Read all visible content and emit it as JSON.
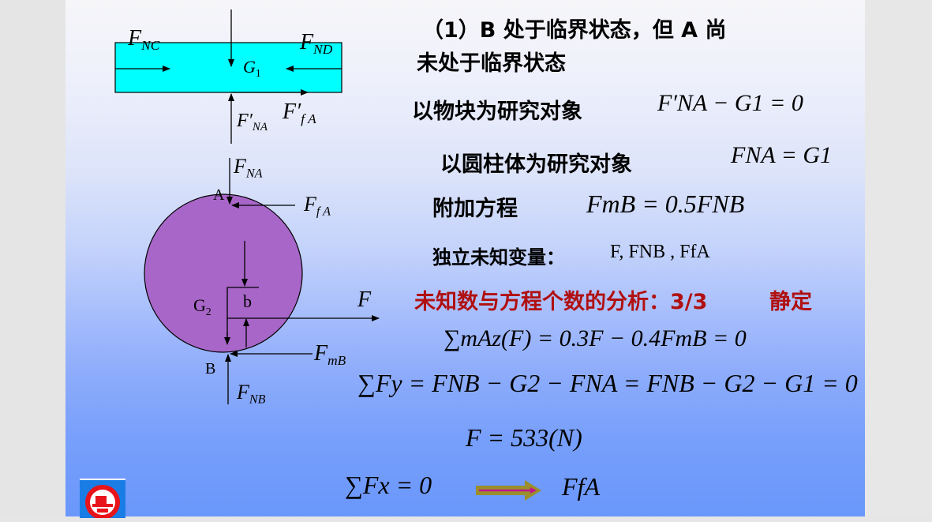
{
  "slide": {
    "heading_line1": "（1）B 处于临界状态，但 A 尚",
    "heading_line2": "未处于临界状态",
    "block_study": {
      "label": "以物块为研究对象",
      "eq": "F′NA − G1 = 0"
    },
    "cylinder_study": {
      "label": "以圆柱体为研究对象",
      "eq": "FNA = G1"
    },
    "extra_eq": {
      "label": "附加方程",
      "eq": "FmB = 0.5FNB"
    },
    "unknowns": {
      "label": "独立未知变量：",
      "vars": "F,  FNB , FfA"
    },
    "analysis": {
      "label": "未知数与方程个数的分析：3/3",
      "result": "静定"
    },
    "moment_eq": "∑mAz(F) = 0.3F − 0.4FmB = 0",
    "force_y_eq": "∑Fy = FNB − G2 − FNA = FNB − G2 − G1 = 0",
    "result_eq": "F = 533(N)",
    "force_x_eq": "∑Fx = 0",
    "force_x_result": "FfA",
    "colors": {
      "block_fill": "#00ffff",
      "cylinder_fill": "#a866c8",
      "highlight_red": "#b01010",
      "arrow_body": "#9a8f2a",
      "arrow_inner": "#c0178a"
    }
  },
  "diagram": {
    "block_labels": {
      "fnc": "F",
      "fnc_sub": "NC",
      "fnd": "F",
      "fnd_sub": "ND",
      "g1": "G",
      "g1_sub": "1",
      "fna_prime": "F′",
      "fna_prime_sub": "NA",
      "ffa_prime": "F′",
      "ffa_prime_sub": "f A"
    },
    "cylinder_labels": {
      "fna": "F",
      "fna_sub": "NA",
      "point_a": "A",
      "ffa": "F",
      "ffa_sub": "f A",
      "g2": "G",
      "g2_sub": "2",
      "b": "b",
      "f": "F",
      "fmb": "F",
      "fmb_sub": "mB",
      "point_b": "B",
      "fnb": "F",
      "fnb_sub": "NB"
    }
  }
}
